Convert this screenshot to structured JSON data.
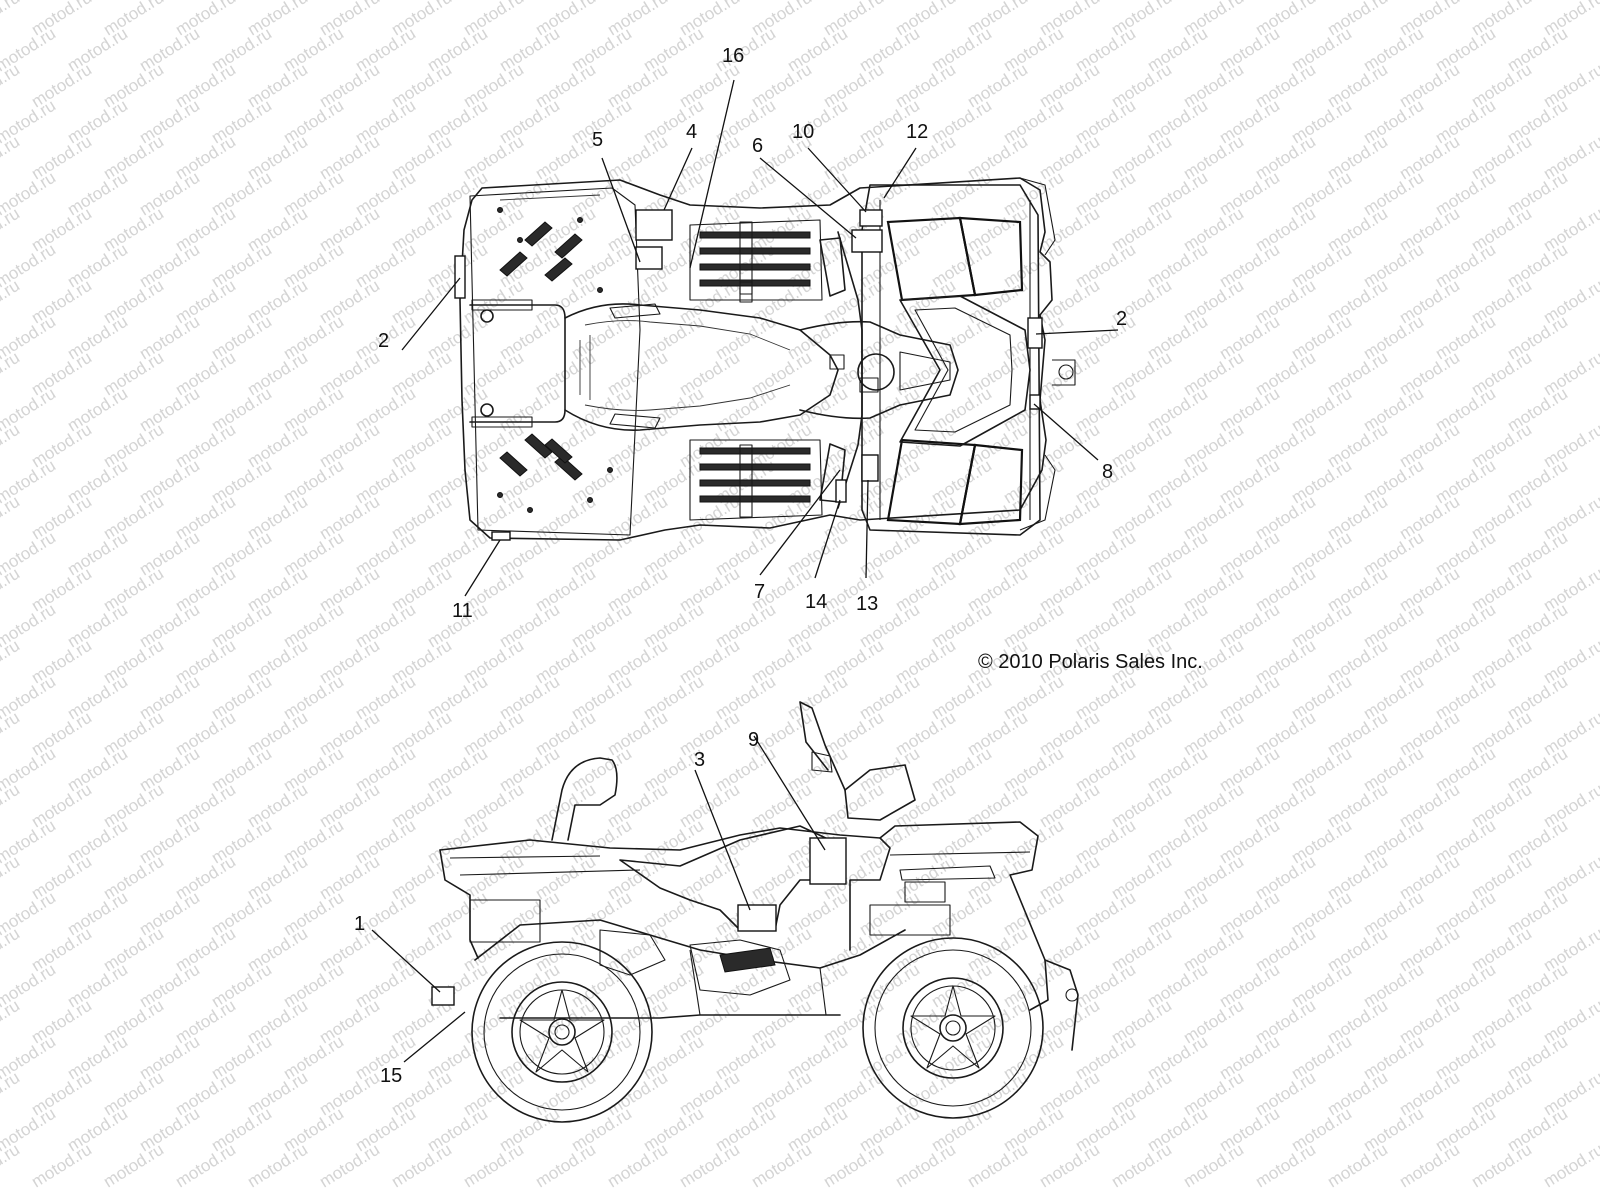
{
  "watermark": {
    "text": "motod.ru",
    "color": "#d4d4d4"
  },
  "copyright": "© 2010 Polaris Sales Inc.",
  "callouts": {
    "c1": "1",
    "c2a": "2",
    "c2b": "2",
    "c3": "3",
    "c4": "4",
    "c5": "5",
    "c6": "6",
    "c7": "7",
    "c8": "8",
    "c9": "9",
    "c10": "10",
    "c11": "11",
    "c12": "12",
    "c13": "13",
    "c14": "14",
    "c15": "15",
    "c16": "16"
  },
  "views": {
    "top": "top-view",
    "side": "side-view"
  },
  "colors": {
    "line": "#1a1a1a",
    "background": "#ffffff"
  }
}
